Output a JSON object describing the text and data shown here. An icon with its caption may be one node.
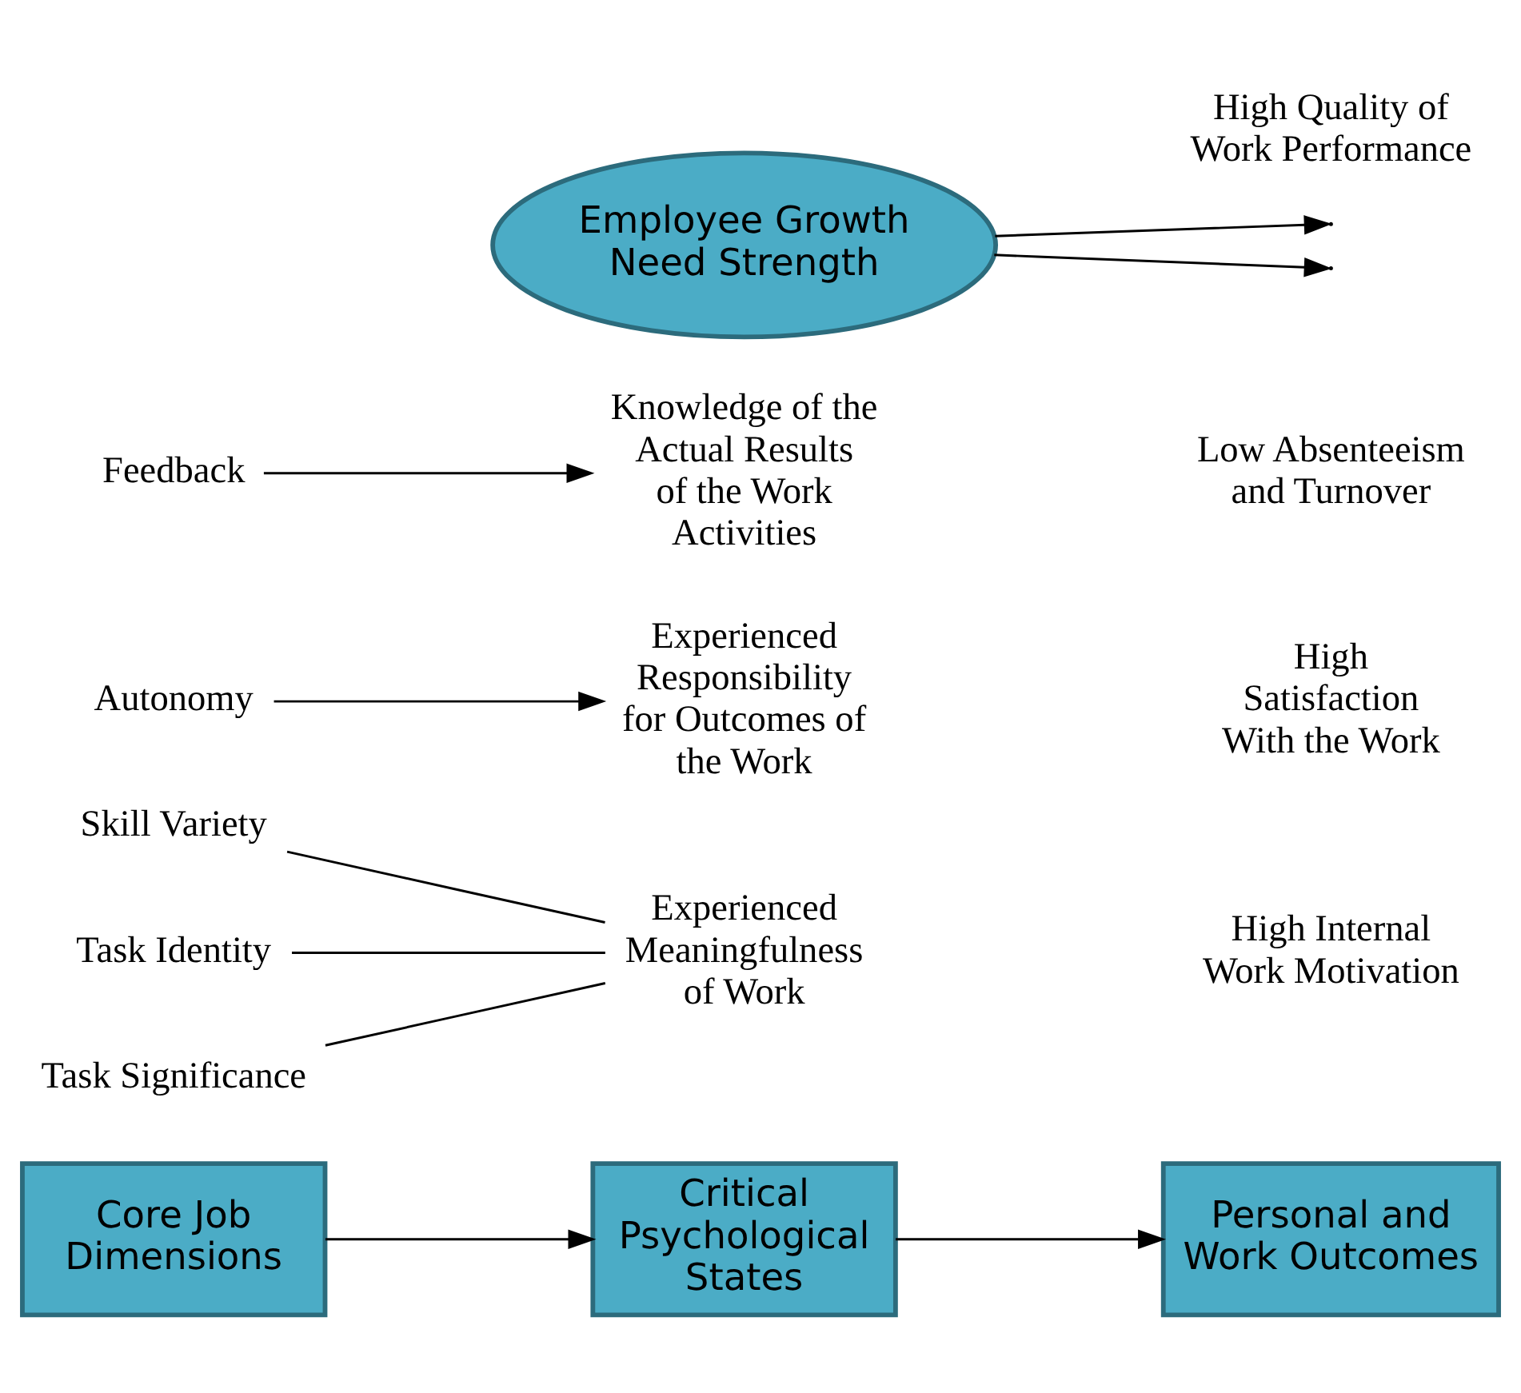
{
  "diagram": {
    "nodes": [
      {
        "text": [
          "Core Job Dimensions"
        ]
      },
      {
        "text": [
          "Critical Psychological States"
        ]
      },
      {
        "text": [
          "Personal and Work Outcomes"
        ]
      },
      {
        "text": [
          "Skill Variety"
        ]
      },
      {
        "text": [
          "Task Identity"
        ]
      },
      {
        "text": [
          "Task Significance"
        ]
      },
      {
        "text": [
          "Experienced Meaningfulness of Work"
        ]
      },
      {
        "text": [
          "Autonomy"
        ]
      },
      {
        "text": [
          "Experienced Responsibility for Outcomes of the Work"
        ]
      },
      {
        "text": [
          "Feedback"
        ]
      },
      {
        "text": [
          "Knowledge of the Actual Results of the Work Activities"
        ]
      },
      {
        "text": [
          "High Internal Work Motivation"
        ]
      },
      {
        "text": [
          "High Quality of Work Performance"
        ]
      },
      {
        "text": [
          "High Satisfaction With the Work"
        ]
      },
      {
        "text": [
          "Low Absenteeism and Turnover"
        ]
      },
      {
        "text": [
          "Employee Growth Need Strength"
        ]
      }
    ],
    "edges": [
      {
        "from": 0,
        "to": 1,
        "arrow": "to"
      },
      {
        "from": 1,
        "to": 2,
        "arrow": "to"
      },
      {
        "from": 3,
        "to": 6,
        "arrow": "none"
      },
      {
        "from": 4,
        "to": 6,
        "arrow": "none"
      },
      {
        "from": 5,
        "to": 6,
        "arrow": "none"
      },
      {
        "from": 7,
        "to": 8,
        "arrow": "to"
      },
      {
        "from": 9,
        "to": 10,
        "arrow": "to"
      },
      {
        "from": 15,
        "to": null,
        "arrow": "to"
      },
      {
        "from": 15,
        "to": null,
        "arrow": "to"
      }
    ]
  }
}
